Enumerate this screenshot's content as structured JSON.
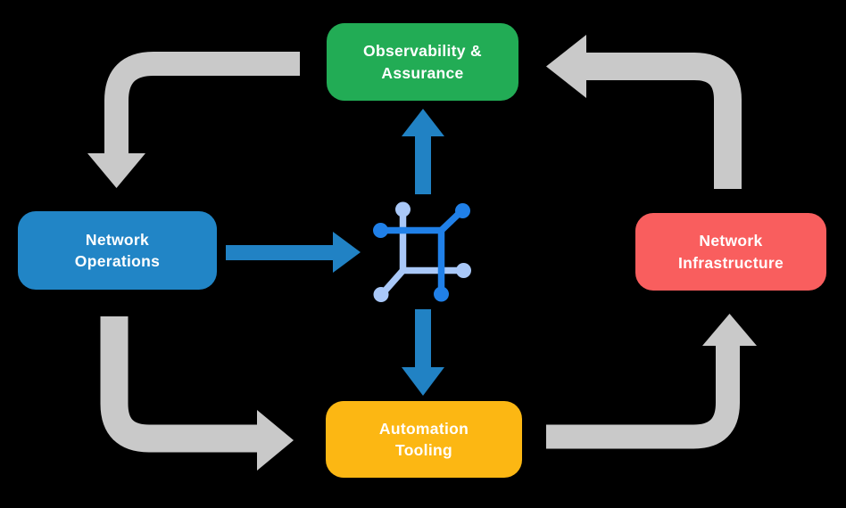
{
  "diagram": {
    "description": "Closed-loop NetDevOps lifecycle diagram with four stages around a central network platform icon",
    "center_icon": "network-mesh-icon"
  },
  "nodes": {
    "observability": {
      "line1": "Observability &",
      "line2": "Assurance",
      "color": "#22AC55"
    },
    "operations": {
      "line1": "Network",
      "line2": "Operations",
      "color": "#2185C6"
    },
    "infrastructure": {
      "line1": "Network",
      "line2": "Infrastructure",
      "color": "#F95E5E"
    },
    "automation": {
      "line1": "Automation",
      "line2": "Tooling",
      "color": "#FCB713"
    }
  },
  "colors": {
    "background": "#000000",
    "arrow_gray": "#C9C9C9",
    "arrow_blue": "#2182C4",
    "icon_dark_blue": "#2080E8",
    "icon_light_blue": "#A9C8F8",
    "label_text": "#FFFFFF"
  },
  "flows": [
    {
      "from": "Observability & Assurance",
      "to": "Network Operations",
      "style": "gray"
    },
    {
      "from": "Network Operations",
      "to": "center-icon",
      "style": "blue"
    },
    {
      "from": "center-icon",
      "to": "Observability & Assurance",
      "style": "blue"
    },
    {
      "from": "center-icon",
      "to": "Automation Tooling",
      "style": "blue"
    },
    {
      "from": "Network Operations",
      "to": "Automation Tooling",
      "style": "gray"
    },
    {
      "from": "Automation Tooling",
      "to": "Network Infrastructure",
      "style": "gray"
    },
    {
      "from": "Network Infrastructure",
      "to": "Observability & Assurance",
      "style": "gray"
    }
  ]
}
